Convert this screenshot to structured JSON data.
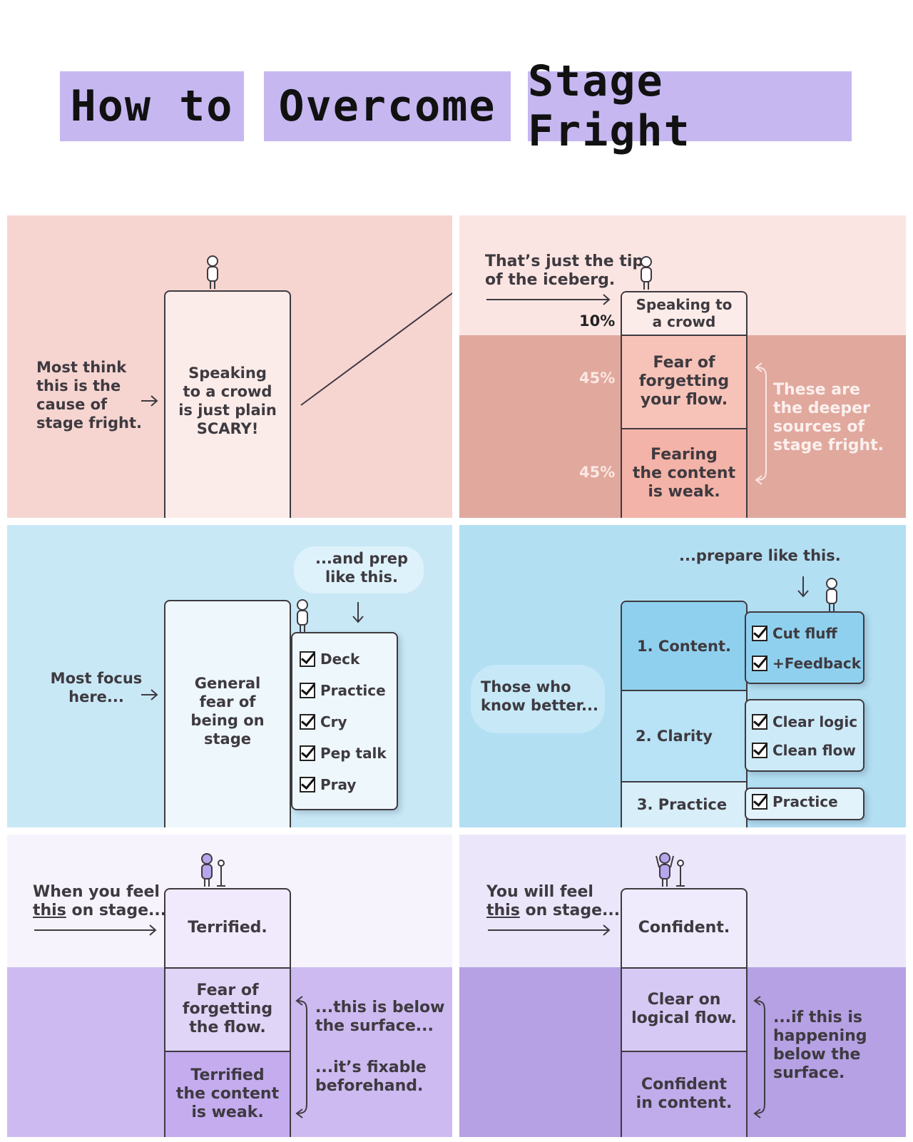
{
  "title": {
    "words": [
      "How to",
      "Overcome",
      "Stage Fright"
    ]
  },
  "colors": {
    "title_bg": "#c6b7f1",
    "pink": "#f6d5d1",
    "pink_light": "#fbe5e3",
    "pink_deep": "#e1a89d",
    "blue": "#c7e7f6",
    "blue_mid": "#b5e0f4",
    "lavender_light": "#f7f3fd",
    "lavender": "#cdbaf0"
  },
  "panel1": {
    "left_text": [
      "Most think",
      "this is the",
      "cause of",
      "stage fright."
    ],
    "column_text": [
      "Speaking",
      "to a crowd",
      "is just plain",
      "SCARY!"
    ]
  },
  "panel2": {
    "tip_text": [
      "That’s just the tip",
      "of the iceberg."
    ],
    "segments": [
      {
        "pct": "10%",
        "text": [
          "Speaking to",
          "a crowd"
        ]
      },
      {
        "pct": "45%",
        "text": [
          "Fear of",
          "forgetting",
          "your flow."
        ]
      },
      {
        "pct": "45%",
        "text": [
          "Fearing",
          "the content",
          "is weak."
        ]
      }
    ],
    "right_text": [
      "These are",
      "the deeper",
      "sources of",
      "stage fright."
    ]
  },
  "panel3": {
    "left_text": [
      "Most focus",
      "here..."
    ],
    "column_text": [
      "General",
      "fear of",
      "being on",
      "stage"
    ],
    "bubble": [
      "...and prep",
      "like this."
    ],
    "checklist": [
      "Deck",
      "Practice",
      "Cry",
      "Pep talk",
      "Pray"
    ]
  },
  "panel4": {
    "header": "...prepare like this.",
    "bubble": [
      "Those who",
      "know better..."
    ],
    "rows": [
      {
        "label": "1. Content.",
        "checks": [
          "Cut fluff",
          "+Feedback"
        ]
      },
      {
        "label": "2. Clarity",
        "checks": [
          "Clear logic",
          "Clean flow"
        ]
      },
      {
        "label": "3. Practice",
        "checks": [
          "Practice"
        ]
      }
    ]
  },
  "panel5": {
    "left_text_1": "When you feel",
    "left_text_2a": "this",
    "left_text_2b": " on stage...",
    "segments": [
      [
        "Terrified."
      ],
      [
        "Fear of",
        "forgetting",
        "the flow."
      ],
      [
        "Terrified",
        "the content",
        "is weak."
      ]
    ],
    "right_text_1": [
      "...this is below",
      "the surface..."
    ],
    "right_text_2": [
      "...it’s fixable",
      "beforehand."
    ]
  },
  "panel6": {
    "left_text_1": "You will feel",
    "left_text_2a": "this",
    "left_text_2b": " on stage...",
    "segments": [
      [
        "Confident."
      ],
      [
        "Clear on",
        "logical flow."
      ],
      [
        "Confident",
        "in content."
      ]
    ],
    "right_text": [
      "...if this is",
      "happening",
      "below the",
      "surface."
    ]
  }
}
